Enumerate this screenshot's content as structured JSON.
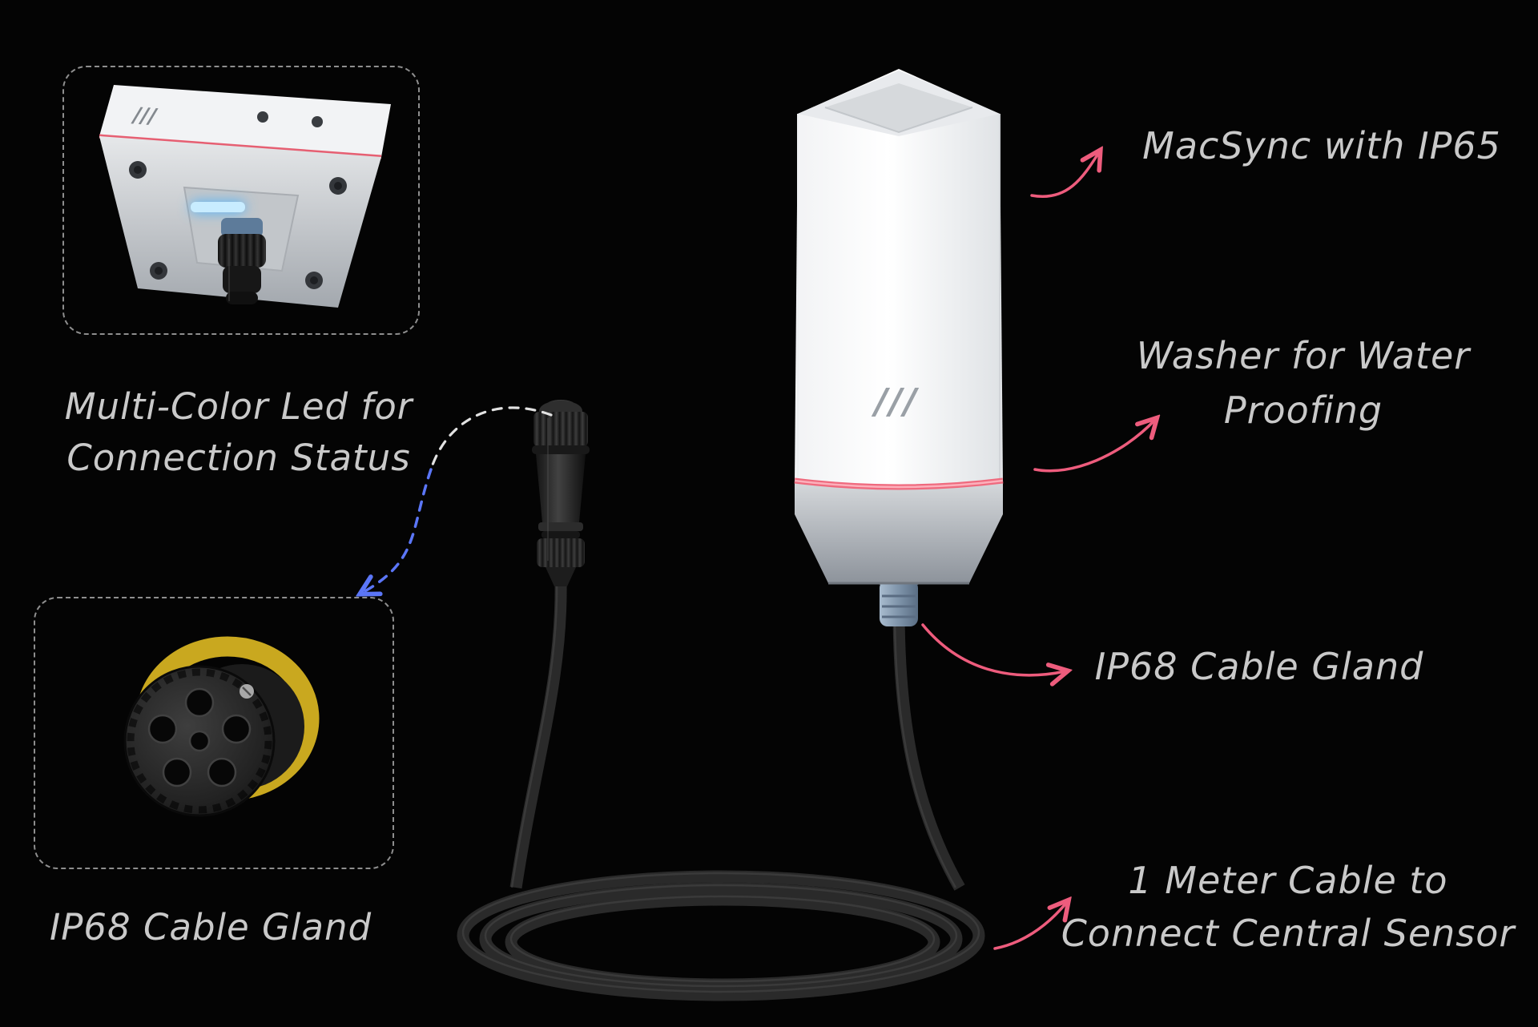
{
  "page": {
    "background": "#040404"
  },
  "colors": {
    "annotation_text": "#c9c9c9",
    "arrow_pink": "#ee5c7d",
    "arrow_blue": "#5b76f7",
    "dashed_border": "#8e8e8e",
    "waterproof_ring_pink": "#ef6a7e",
    "led_glow_blue": "#49b4ff",
    "connector_ring_yellow": "#c9a81f"
  },
  "device": {
    "logo_glyph": "///"
  },
  "insets": {
    "led": {
      "caption": [
        "Multi-Color Led for",
        "Connection Status"
      ]
    },
    "gland": {
      "caption": "IP68 Cable Gland"
    }
  },
  "callouts": {
    "macsync": "MacSync with IP65",
    "washer": [
      "Washer for Water",
      "Proofing"
    ],
    "gland": "IP68 Cable Gland",
    "cable": [
      "1 Meter Cable to",
      "Connect Central Sensor"
    ]
  }
}
